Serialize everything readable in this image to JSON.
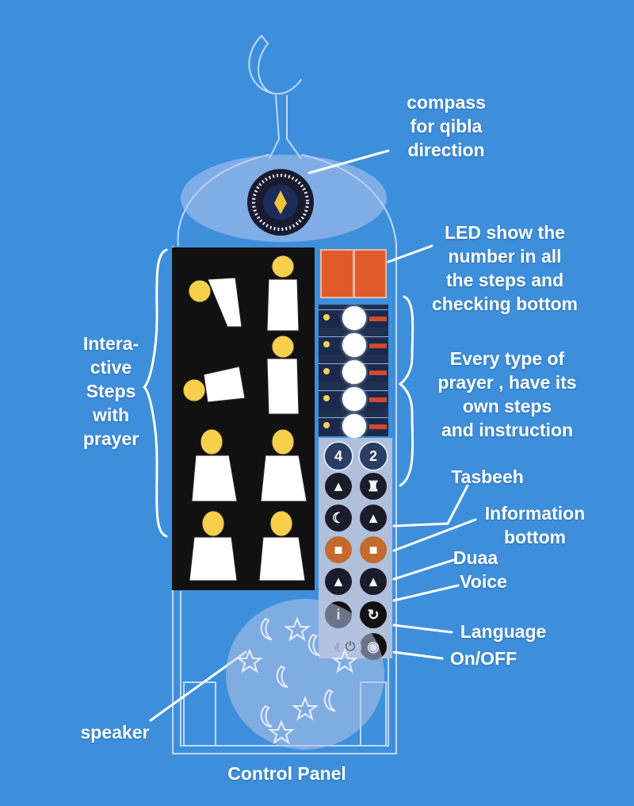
{
  "background_color": "#3d8fdc",
  "labels": {
    "compass": [
      "compass",
      "for qibla",
      "direction"
    ],
    "led": [
      "LED show the",
      "number in all",
      "the steps and",
      "checking bottom"
    ],
    "interactive": [
      "Intera-",
      "ctive",
      "Steps",
      "with",
      "prayer"
    ],
    "every_type": [
      "Every type of",
      "prayer , have its",
      "own steps",
      "and instruction"
    ],
    "tasbeeh": "Tasbeeh",
    "information": [
      "Information",
      "bottom"
    ],
    "duaa": "Duaa",
    "voice": "Voice",
    "language": "Language",
    "onoff": "On/OFF",
    "speaker": "speaker",
    "control_panel": "Control Panel"
  },
  "counters": [
    "4",
    "2"
  ],
  "icons": [
    "crescent-icon",
    "compass-icon",
    "led-display-icon",
    "prayer-figure-icon",
    "speaker-icon",
    "power-icon",
    "sound-icon"
  ]
}
